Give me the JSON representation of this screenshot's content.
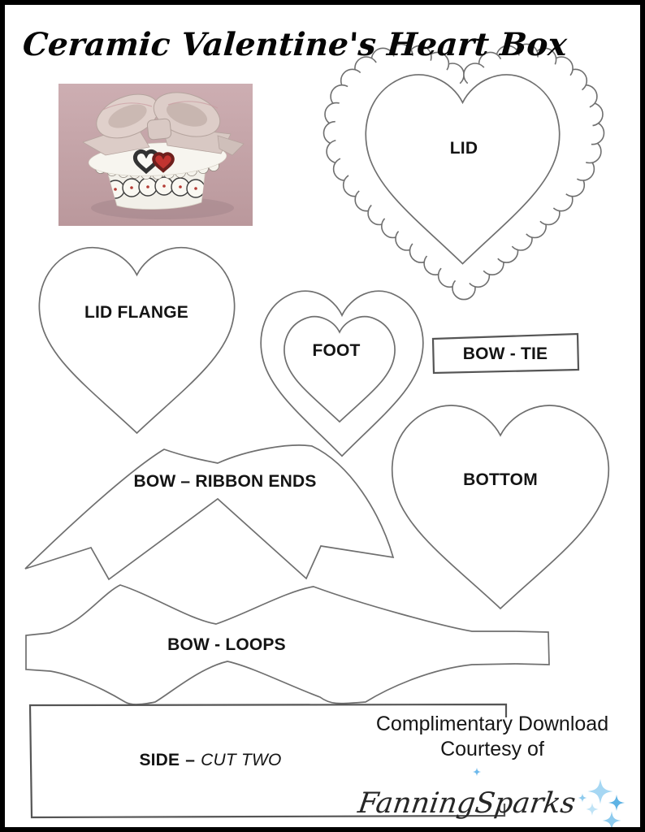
{
  "title": "Ceramic Valentine's Heart Box",
  "shapes": {
    "lid": "LID",
    "lid_flange": "LID FLANGE",
    "foot": "FOOT",
    "bow_tie": "BOW - TIE",
    "bow_ribbon_ends": "BOW – RIBBON ENDS",
    "bottom": "BOTTOM",
    "bow_loops": "BOW - LOOPS",
    "side_name": "SIDE",
    "side_separator": "–",
    "side_note": "CUT TWO"
  },
  "footer": {
    "line1": "Complimentary Download",
    "line2": "Courtesy of",
    "brand": "FanningSparks"
  },
  "colors": {
    "outline": "#6f6f6f",
    "pencil_dark": "#555555",
    "label_text": "#141414",
    "heart_red": "#c23430",
    "sparkle_light": "#a6d7f3",
    "sparkle_mid": "#5eb3e4"
  }
}
